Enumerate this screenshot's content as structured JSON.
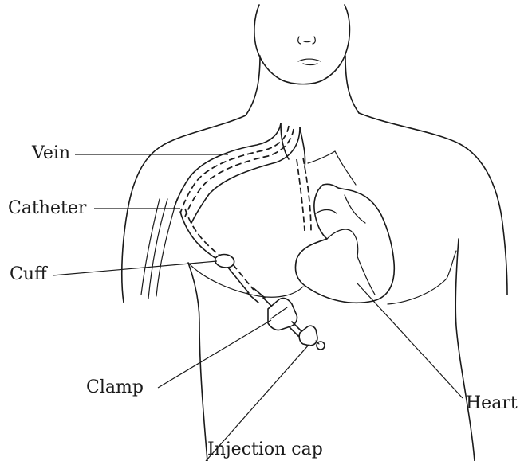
{
  "labels": {
    "vein": "Vein",
    "catheter": "Catheter",
    "cuff": "Cuff",
    "clamp": "Clamp",
    "injection_cap": "Injection cap",
    "heart": "Heart"
  },
  "colors": {
    "ink": "#1a1a1a",
    "background": "#ffffff"
  }
}
